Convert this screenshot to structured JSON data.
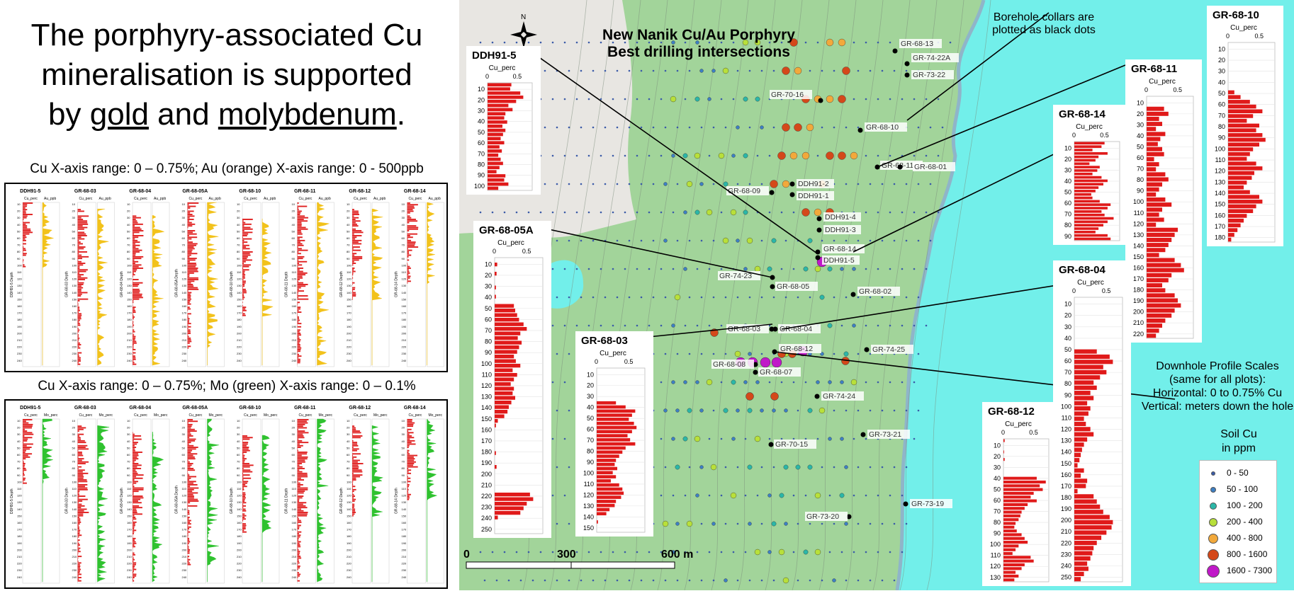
{
  "headline": {
    "line1": "The porphyry-associated Cu",
    "line2": "mineralisation is supported",
    "by": "by",
    "gold": "gold",
    "and": "and",
    "moly": "molybdenum",
    "dot": "."
  },
  "subtitle_au": "Cu X-axis range: 0 – 0.75%; Au (orange) X-axis range: 0 - 500ppb",
  "subtitle_mo": "Cu X-axis range: 0 – 0.75%; Mo (green) X-axis range: 0 – 0.1%",
  "mini_holes": [
    "DDH91-5",
    "GR-68-03",
    "GR-68-04",
    "GR-68-05A",
    "GR-68-10",
    "GR-68-11",
    "GR-68-12",
    "GR-68-14"
  ],
  "mini_depth_label": "Depth",
  "mini_cu_label": "Cu_perc",
  "mini_au_label": "Au_ppb",
  "mini_mo_label": "Mo_perc",
  "map_title": {
    "line1": "New Nanik Cu/Au Porphyry",
    "line2": "Best drilling intersections"
  },
  "north": "N",
  "collars_note": {
    "line1": "Borehole collars are",
    "line2": "plotted as black dots"
  },
  "scales_note": {
    "line1": "Downhole Profile Scales",
    "line2": "(same for all plots):",
    "line3": "Horizontal: 0 to 0.75% Cu",
    "line4": "Vertical: meters down the hole"
  },
  "scalebar": {
    "l0": "0",
    "l1": "300",
    "l2": "600 m"
  },
  "legend": {
    "title1": "Soil Cu",
    "title2": "in ppm",
    "classes": [
      {
        "label": "0 - 50",
        "color": "#3b5ba8"
      },
      {
        "label": "50 - 100",
        "color": "#3d7fc4"
      },
      {
        "label": "100 - 200",
        "color": "#2bb7a8"
      },
      {
        "label": "200 - 400",
        "color": "#b8e03a"
      },
      {
        "label": "400 - 800",
        "color": "#f2a93b"
      },
      {
        "label": "800 - 1600",
        "color": "#d4481a"
      },
      {
        "label": "1600 - 7300",
        "color": "#c018c8"
      }
    ]
  },
  "collars": [
    "GR-68-13",
    "GR-74-22A",
    "GR-73-22",
    "GR-70-16",
    "GR-68-10",
    "GR-68-11",
    "GR-68-01",
    "GR-68-09",
    "DDH91-2",
    "DDH91-1",
    "DDH91-4",
    "DDH91-3",
    "GR-68-14",
    "DDH91-5",
    "GR-74-23",
    "GR-68-05",
    "GR-68-02",
    "GR-68-03",
    "GR-68-04",
    "GR-68-12",
    "GR-68-08",
    "GR-68-07",
    "GR-74-25",
    "GR-74-24",
    "GR-73-21",
    "GR-70-15",
    "GR-73-19",
    "GR-73-20"
  ],
  "profiles": [
    {
      "name": "DDH91-5",
      "xlabel": "Cu_perc",
      "x0": "0",
      "x1": "0.5",
      "ticks": [
        "10",
        "20",
        "30",
        "40",
        "50",
        "60",
        "70",
        "80",
        "90",
        "100"
      ],
      "values": [
        0.4,
        0.38,
        0.55,
        0.6,
        0.48,
        0.35,
        0.42,
        0.3,
        0.28,
        0.33,
        0.25,
        0.3,
        0.26,
        0.22,
        0.28,
        0.2,
        0.24,
        0.18,
        0.22,
        0.26,
        0.2,
        0.15,
        0.3,
        0.28,
        0.35,
        0.18
      ]
    },
    {
      "name": "GR-68-05A",
      "xlabel": "Cu_perc",
      "x0": "0",
      "x1": "0.5",
      "ticks": [
        "10",
        "20",
        "30",
        "40",
        "50",
        "60",
        "70",
        "80",
        "90",
        "100",
        "110",
        "120",
        "130",
        "140",
        "150",
        "160",
        "170",
        "180",
        "190",
        "200",
        "210",
        "220",
        "230",
        "240",
        "250"
      ],
      "values": [
        0,
        0.04,
        0,
        0.03,
        0,
        0,
        0.02,
        0,
        0.02,
        0,
        0.3,
        0.32,
        0.35,
        0.38,
        0.45,
        0.5,
        0.4,
        0.36,
        0.42,
        0.38,
        0.35,
        0.3,
        0.33,
        0.4,
        0.28,
        0.35,
        0.3,
        0.25,
        0.3,
        0.28,
        0.32,
        0.26,
        0.22,
        0.2,
        0.15,
        0.05,
        0.02,
        0,
        0,
        0,
        0,
        0,
        0.02,
        0,
        0,
        0.03,
        0,
        0,
        0,
        0,
        0,
        0.55,
        0.6,
        0.5,
        0.45,
        0.4,
        0.05,
        0,
        0,
        0
      ]
    },
    {
      "name": "GR-68-03",
      "xlabel": "Cu_perc",
      "x0": "0",
      "x1": "0.5",
      "ticks": [
        "10",
        "20",
        "30",
        "40",
        "50",
        "60",
        "70",
        "80",
        "90",
        "100",
        "110",
        "120",
        "130",
        "140",
        "150"
      ],
      "values": [
        0,
        0,
        0,
        0,
        0,
        0,
        0,
        0,
        0.3,
        0.45,
        0.6,
        0.55,
        0.5,
        0.58,
        0.62,
        0.55,
        0.48,
        0.52,
        0.6,
        0.45,
        0.4,
        0.35,
        0.3,
        0.28,
        0.32,
        0.25,
        0.3,
        0.22,
        0.35,
        0.4,
        0.42,
        0.38,
        0.3,
        0.28,
        0.2,
        0.15,
        0,
        0.02,
        0,
        0
      ]
    },
    {
      "name": "GR-68-14",
      "xlabel": "Cu_perc",
      "x0": "0",
      "x1": "0.5",
      "ticks": [
        "10",
        "20",
        "30",
        "40",
        "50",
        "60",
        "70",
        "80",
        "90"
      ],
      "values": [
        0.5,
        0.45,
        0.3,
        0.55,
        0.4,
        0.35,
        0.25,
        0.42,
        0.38,
        0.3,
        0.45,
        0.55,
        0.48,
        0.4,
        0.35,
        0.28,
        0.3,
        0.42,
        0.6,
        0.55,
        0.45,
        0.5,
        0.65,
        0.55,
        0.48,
        0.4,
        0.35,
        0.55,
        0.6
      ]
    },
    {
      "name": "GR-68-12",
      "xlabel": "Cu_perc",
      "x0": "0",
      "x1": "0.5",
      "ticks": [
        "10",
        "20",
        "30",
        "40",
        "50",
        "60",
        "70",
        "80",
        "90",
        "100",
        "110",
        "120",
        "130"
      ],
      "values": [
        0.02,
        0,
        0,
        0.01,
        0,
        0.02,
        0,
        0,
        0,
        0,
        0.55,
        0.7,
        0.6,
        0.65,
        0.5,
        0.45,
        0.55,
        0.4,
        0.35,
        0.3,
        0.28,
        0.25,
        0.2,
        0.18,
        0.22,
        0.3,
        0.35,
        0.4,
        0.25,
        0.2,
        0.15,
        0.45,
        0.5,
        0.35,
        0.3,
        0.2,
        0.25,
        0.18
      ]
    },
    {
      "name": "GR-68-04",
      "xlabel": "Cu_perc",
      "x0": "0",
      "x1": "0.5",
      "ticks": [
        "10",
        "20",
        "30",
        "40",
        "50",
        "60",
        "70",
        "80",
        "90",
        "100",
        "110",
        "120",
        "130",
        "140",
        "150",
        "160",
        "170",
        "180",
        "190",
        "200",
        "210",
        "220",
        "230",
        "240",
        "250"
      ],
      "values": [
        0,
        0,
        0,
        0,
        0,
        0,
        0,
        0,
        0,
        0,
        0.35,
        0.55,
        0.6,
        0.45,
        0.5,
        0.4,
        0.3,
        0.35,
        0.25,
        0.3,
        0.2,
        0.25,
        0.22,
        0.15,
        0.18,
        0.25,
        0.3,
        0.2,
        0.15,
        0.12,
        0.1,
        0.08,
        0.05,
        0.15,
        0.1,
        0.2,
        0.18,
        0.05,
        0.3,
        0.35,
        0.4,
        0.45,
        0.55,
        0.6,
        0.58,
        0.5,
        0.42,
        0.35,
        0.3,
        0.28,
        0.25,
        0.2,
        0.22,
        0.15,
        0.1
      ]
    },
    {
      "name": "GR-68-11",
      "xlabel": "Cu_perc",
      "x0": "0",
      "x1": "0.5",
      "ticks": [
        "10",
        "20",
        "30",
        "40",
        "50",
        "60",
        "70",
        "80",
        "90",
        "100",
        "110",
        "120",
        "130",
        "140",
        "150",
        "160",
        "170",
        "180",
        "190",
        "200",
        "210",
        "220"
      ],
      "values": [
        0,
        0,
        0.28,
        0.35,
        0.2,
        0.25,
        0.15,
        0.3,
        0.22,
        0.18,
        0.25,
        0.28,
        0.12,
        0.2,
        0.15,
        0.3,
        0.35,
        0.25,
        0.2,
        0.15,
        0.3,
        0.4,
        0.25,
        0.2,
        0.28,
        0.15,
        0.5,
        0.45,
        0.4,
        0.35,
        0.3,
        0.2,
        0.45,
        0.55,
        0.6,
        0.4,
        0.35,
        0.25,
        0.3,
        0.45,
        0.5,
        0.55,
        0.45,
        0.4,
        0.3,
        0.25,
        0.2,
        0.15
      ]
    },
    {
      "name": "GR-68-10",
      "xlabel": "Cu_perc",
      "x0": "0",
      "x1": "0.5",
      "ticks": [
        "10",
        "20",
        "30",
        "40",
        "50",
        "60",
        "70",
        "80",
        "90",
        "100",
        "110",
        "120",
        "130",
        "140",
        "150",
        "160",
        "170",
        "180"
      ],
      "values": [
        0,
        0,
        0,
        0,
        0,
        0,
        0,
        0,
        0,
        0,
        0.1,
        0.2,
        0.35,
        0.45,
        0.55,
        0.4,
        0.3,
        0.5,
        0.45,
        0.55,
        0.6,
        0.5,
        0.4,
        0.35,
        0.3,
        0.45,
        0.55,
        0.42,
        0.38,
        0.3,
        0.25,
        0.35,
        0.5,
        0.55,
        0.45,
        0.4,
        0.3,
        0.25,
        0.2,
        0.15,
        0.1,
        0.05
      ]
    }
  ]
}
